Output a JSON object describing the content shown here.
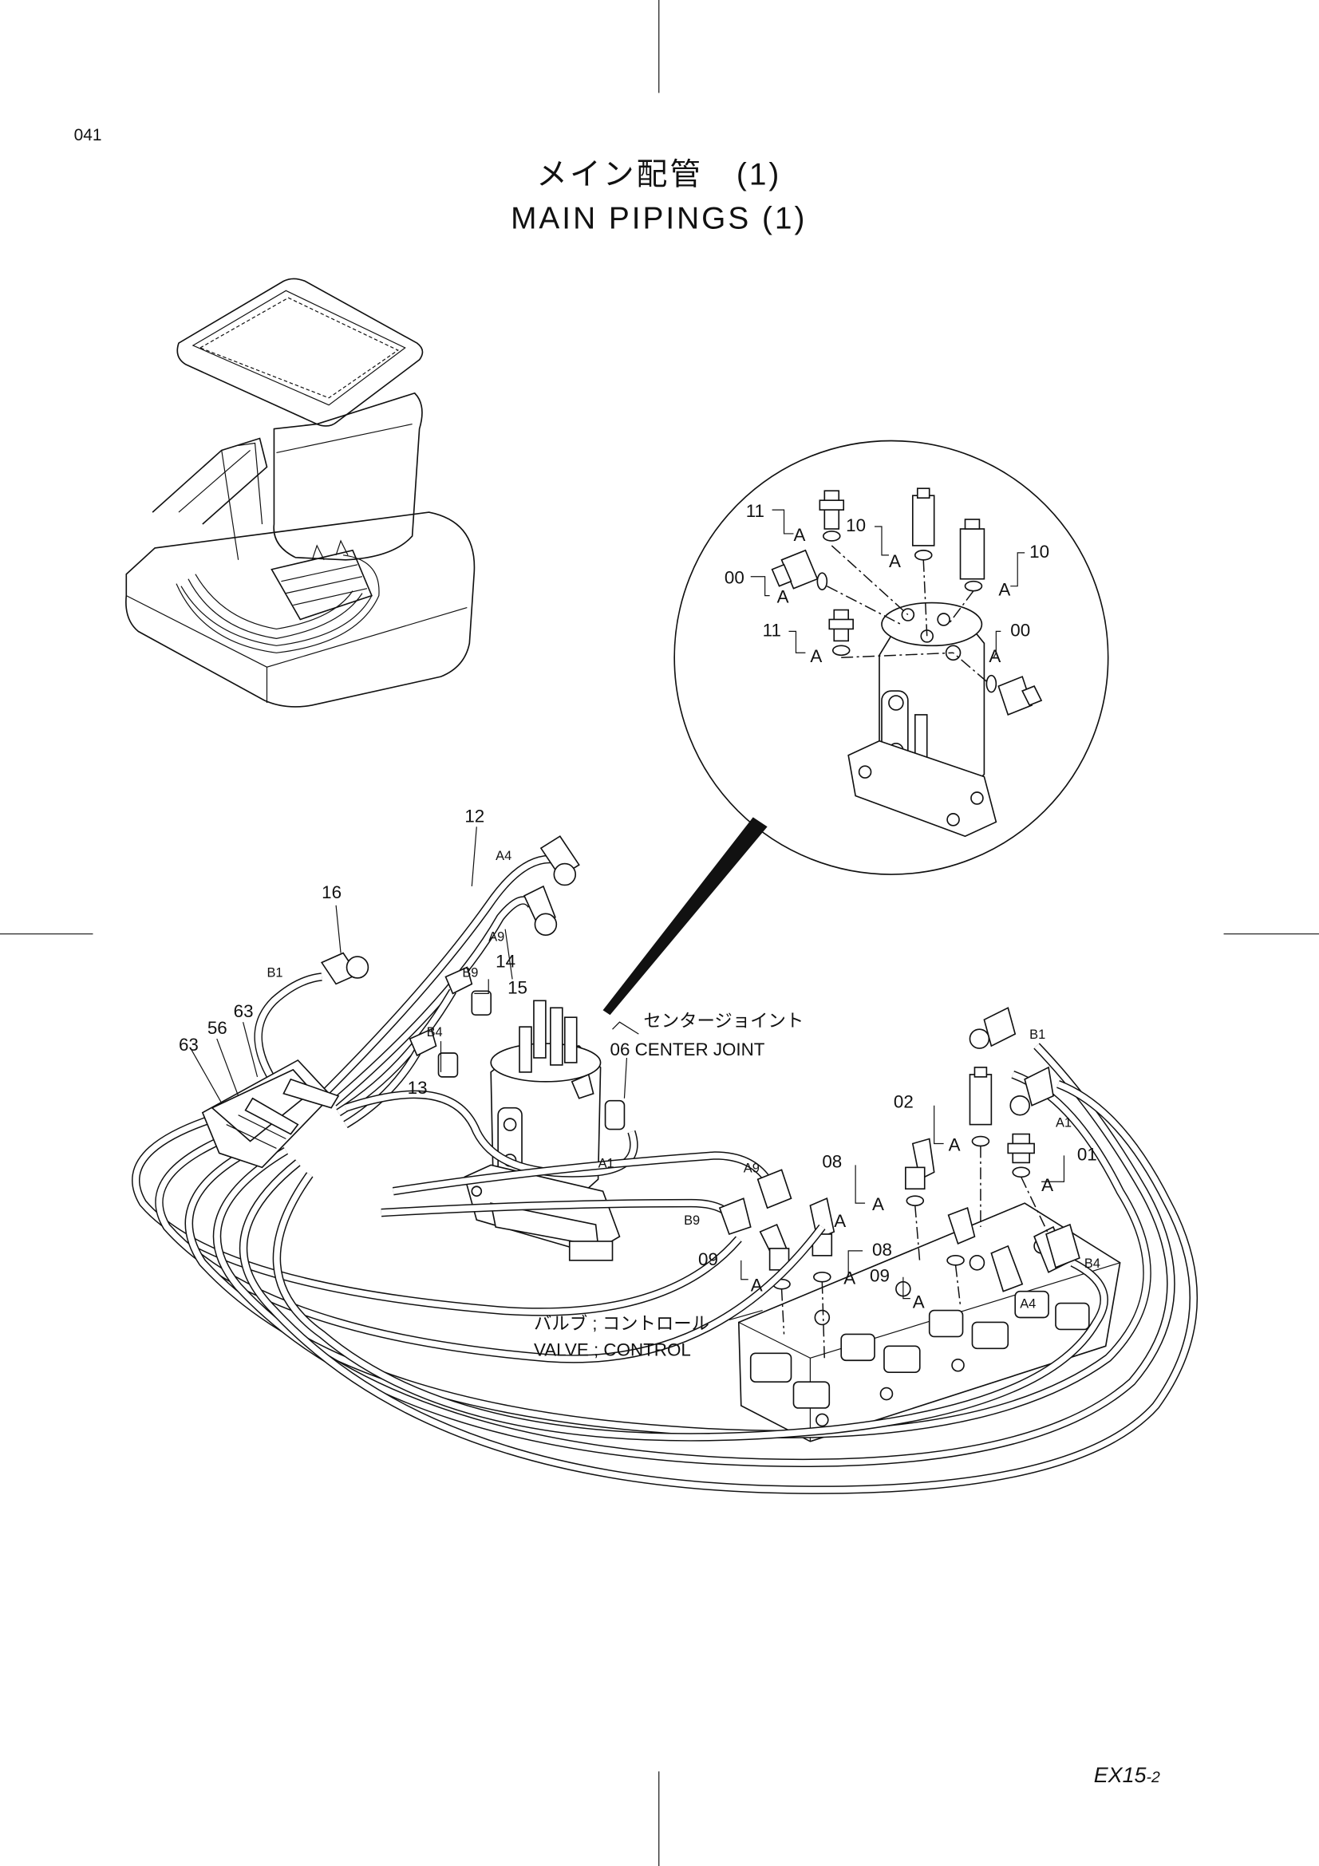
{
  "page": {
    "page_number": "041",
    "title_jp": "メイン配管　(1)",
    "title_en": "MAIN  PIPINGS (1)",
    "model_code": "EX15",
    "model_suffix": "-2"
  },
  "assemblies": {
    "center_joint_jp": "センタージョイント",
    "center_joint_en": "06 CENTER  JOINT",
    "control_valve_jp": "バルブ ; コントロール",
    "control_valve_en": "VALVE ; CONTROL"
  },
  "part_numbers": {
    "p00a": "00",
    "p00b": "00",
    "p01": "01",
    "p02": "02",
    "p08a": "08",
    "p08b": "08",
    "p09a": "09",
    "p09b": "09",
    "p10a": "10",
    "p10b": "10",
    "p11a": "11",
    "p11b": "11",
    "p12": "12",
    "p13": "13",
    "p14": "14",
    "p15": "15",
    "p16": "16",
    "p56": "56",
    "p63a": "63",
    "p63b": "63"
  },
  "connection_marks": {
    "a1a": "A1",
    "a1b": "A1",
    "a4a": "A4",
    "a4b": "A4",
    "a9a": "A9",
    "a9b": "A9",
    "b1a": "B1",
    "b1b": "B1",
    "b4a": "B4",
    "b4b": "B4",
    "b9a": "B9",
    "b9b": "B9"
  },
  "oring_marks": {
    "a1": "A",
    "a2": "A",
    "a3": "A",
    "a4": "A",
    "a5": "A",
    "a6": "A",
    "a7": "A",
    "a8": "A",
    "a9": "A",
    "a10": "A",
    "a11": "A",
    "a12": "A",
    "a13": "A"
  }
}
